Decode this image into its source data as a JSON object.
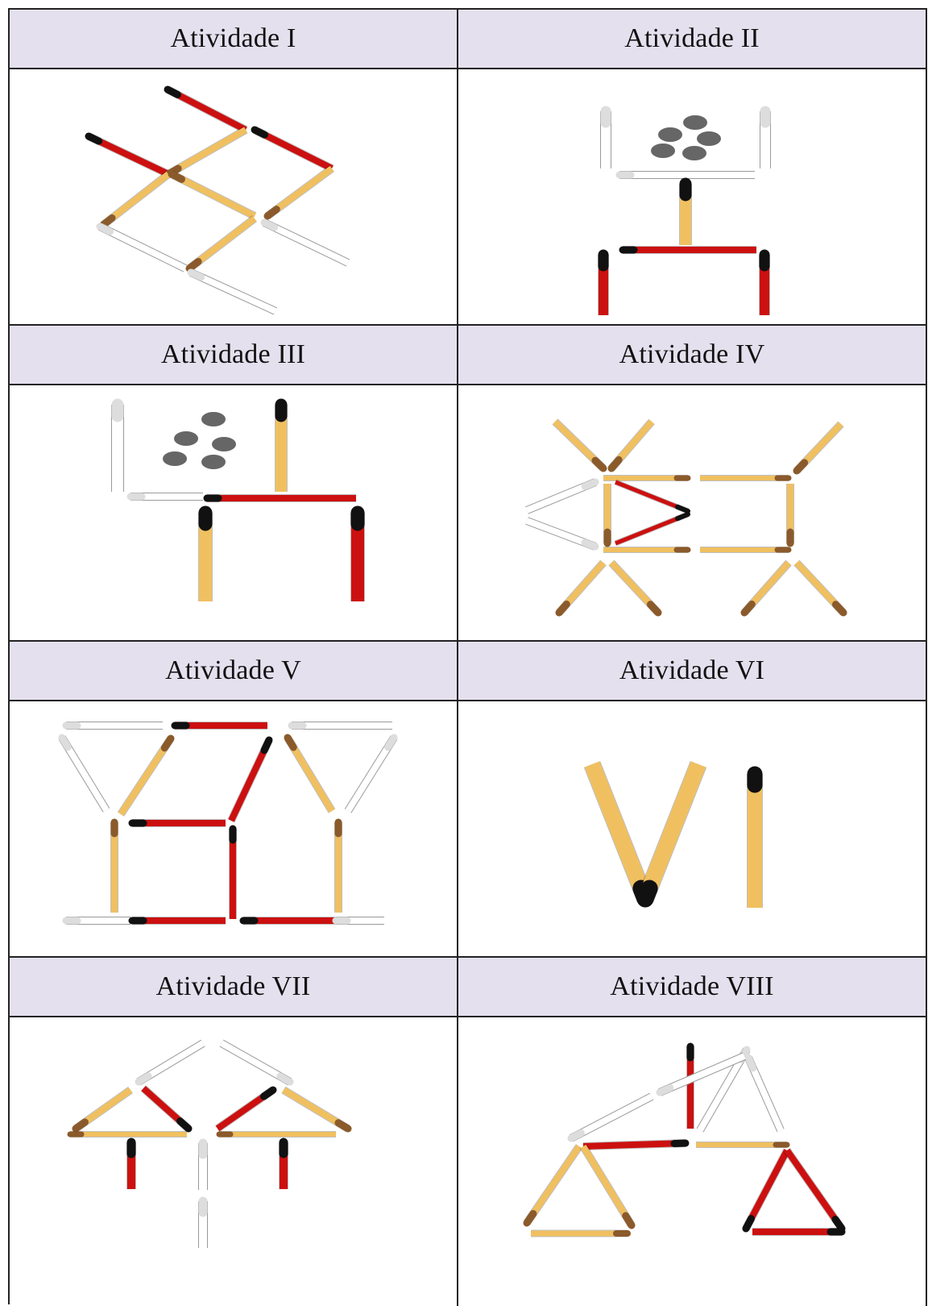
{
  "activities": [
    {
      "title": "Atividade I",
      "figure": "matchstick-puzzle-squares"
    },
    {
      "title": "Atividade II",
      "figure": "matchstick-puzzle-glass-olives"
    },
    {
      "title": "Atividade III",
      "figure": "matchstick-puzzle-glass-olives-moved"
    },
    {
      "title": "Atividade IV",
      "figure": "matchstick-puzzle-fish-grid"
    },
    {
      "title": "Atividade V",
      "figure": "matchstick-puzzle-house-shape"
    },
    {
      "title": "Atividade VI",
      "figure": "matchstick-roman-numeral"
    },
    {
      "title": "Atividade VII",
      "figure": "matchstick-puzzle-roofs"
    },
    {
      "title": "Atividade VIII",
      "figure": "matchstick-puzzle-triangles"
    }
  ],
  "colors": {
    "header_bg": "#e4e0ee",
    "match_yellow": "#f0c060",
    "match_red": "#cc1010",
    "match_ghost": "#ffffff",
    "match_head_brown": "#8b5a2b",
    "match_head_black": "#111111",
    "olive_gray": "#666666"
  }
}
